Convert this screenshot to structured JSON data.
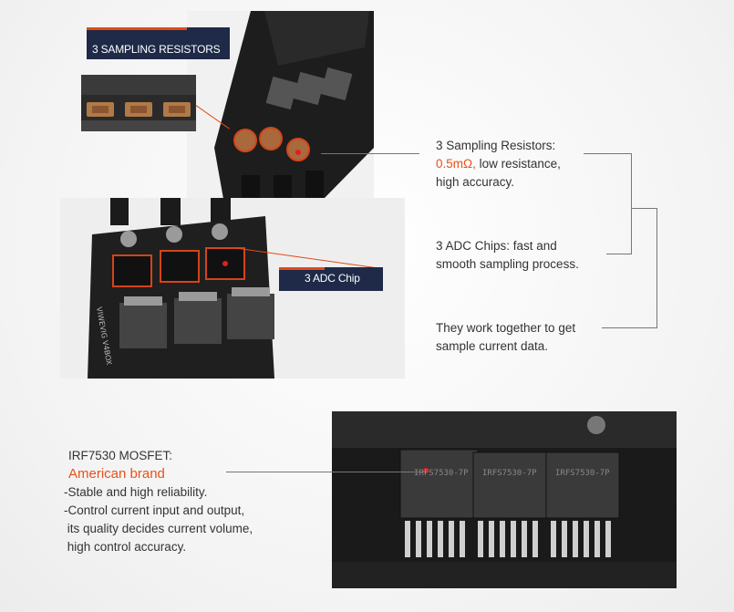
{
  "labels": {
    "resistor_tag": "3 SAMPLING RESISTORS",
    "adc_tag": "3 ADC Chip"
  },
  "board": {
    "silkscreen": "VIWEVIG V4BOX"
  },
  "callouts": {
    "resistors": {
      "title": "3 Sampling Resistors:",
      "value": "0.5mΩ,",
      "rest": " low resistance,",
      "line2": "high accuracy."
    },
    "adc": {
      "line1": "3 ADC Chips: fast and",
      "line2": "smooth sampling process."
    },
    "together": {
      "line1": "They work together to get",
      "line2": "sample current data."
    }
  },
  "mosfet": {
    "title": "IRF7530 MOSFET:",
    "brand": "American brand",
    "bullet1": "-Stable and high reliability.",
    "bullet2": "-Control current input and output,",
    "bullet3": " its quality decides current volume,",
    "bullet4": " high control accuracy.",
    "chip_markings": [
      "IRFS7530-7P",
      "IRFS7530-7P",
      "IRFS7530-7P"
    ]
  },
  "colors": {
    "accent": "#e8501a",
    "tag_bg": "#1e2a48",
    "text": "#333333"
  }
}
